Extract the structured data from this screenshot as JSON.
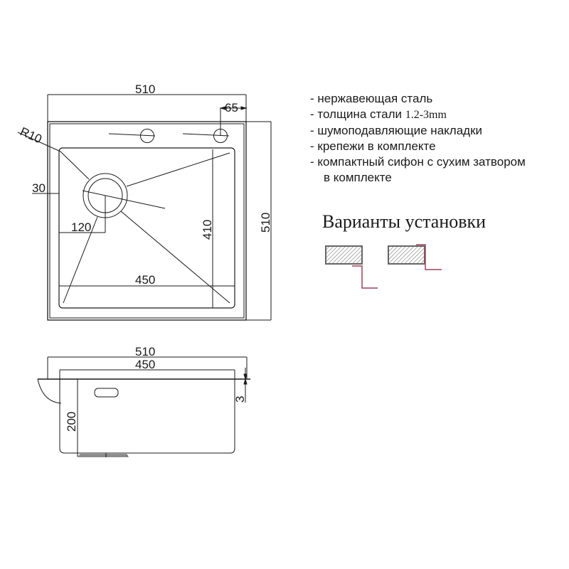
{
  "top_view": {
    "dims": {
      "overall_width": "510",
      "tap_hole_offset": "65",
      "corner_radius": "R10",
      "rim_offset": "30",
      "drain_offset": "120",
      "bowl_depth_length": "410",
      "overall_length": "510",
      "bowl_width": "450"
    }
  },
  "side_view": {
    "dims": {
      "overall_width": "510",
      "bowl_width": "450",
      "bowl_depth": "200",
      "rim_thickness": "3"
    }
  },
  "features": {
    "items": [
      {
        "prefix": "- нержавеющая сталь",
        "value": ""
      },
      {
        "prefix": "- толщина стали ",
        "value": "1.2-3mm"
      },
      {
        "prefix": "- шумоподавляющие накладки",
        "value": ""
      },
      {
        "prefix": "- крепежи в комплекте",
        "value": ""
      },
      {
        "prefix": "- компактный сифон с сухим затвором",
        "value": ""
      }
    ],
    "continuation": "в комплекте"
  },
  "installation": {
    "title": "Варианты установки",
    "options": [
      "undermount",
      "flush-mount"
    ],
    "flange_color": "#a0405a",
    "slab_color": "#666666"
  },
  "colors": {
    "line": "#1a1a1a",
    "background": "#ffffff"
  }
}
